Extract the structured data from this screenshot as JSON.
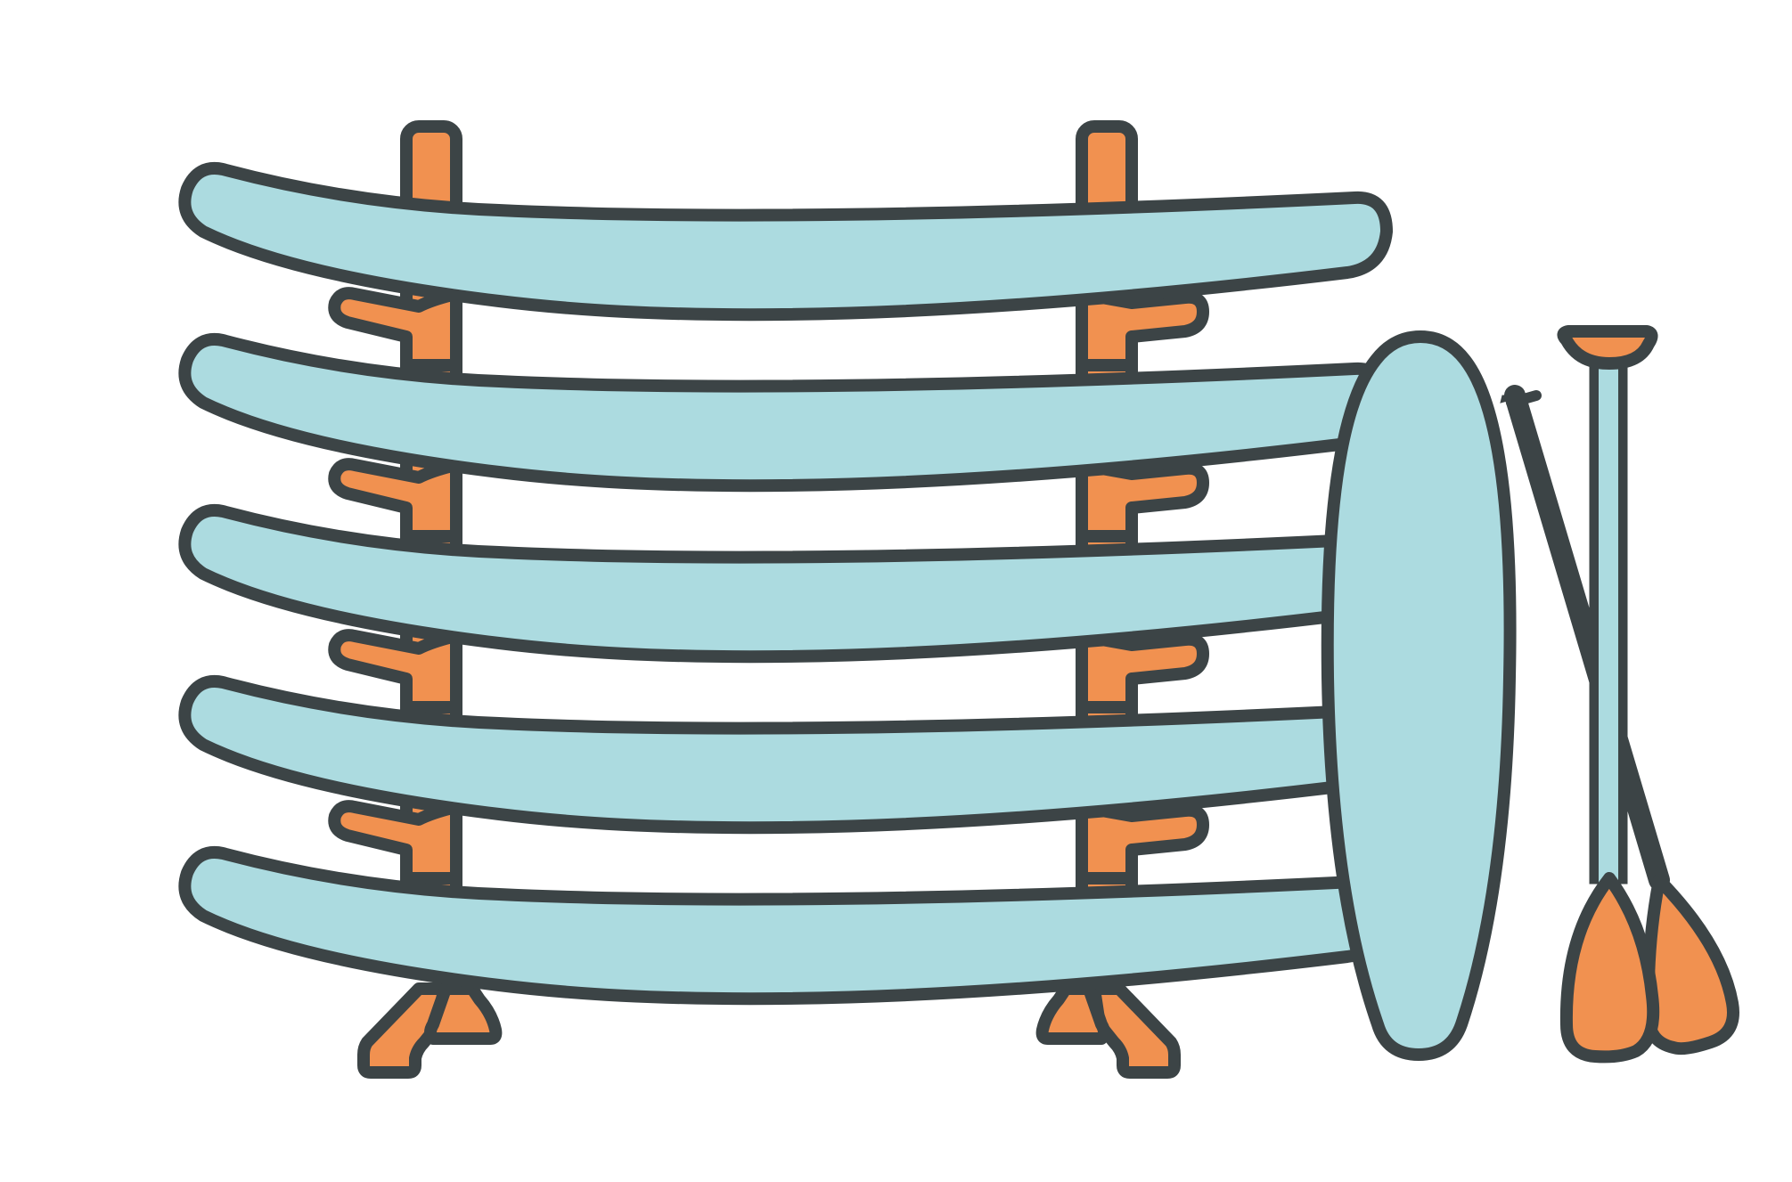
{
  "scene": {
    "subject": "sup-board-rack-illustration",
    "colors": {
      "background": "#ffffff",
      "outline": "#3c4446",
      "board": "#acdbe0",
      "wood": "#f19150"
    },
    "rack": {
      "board_count": 5,
      "post_count": 2
    },
    "standing_board_count": 1,
    "paddle_count": 2
  }
}
